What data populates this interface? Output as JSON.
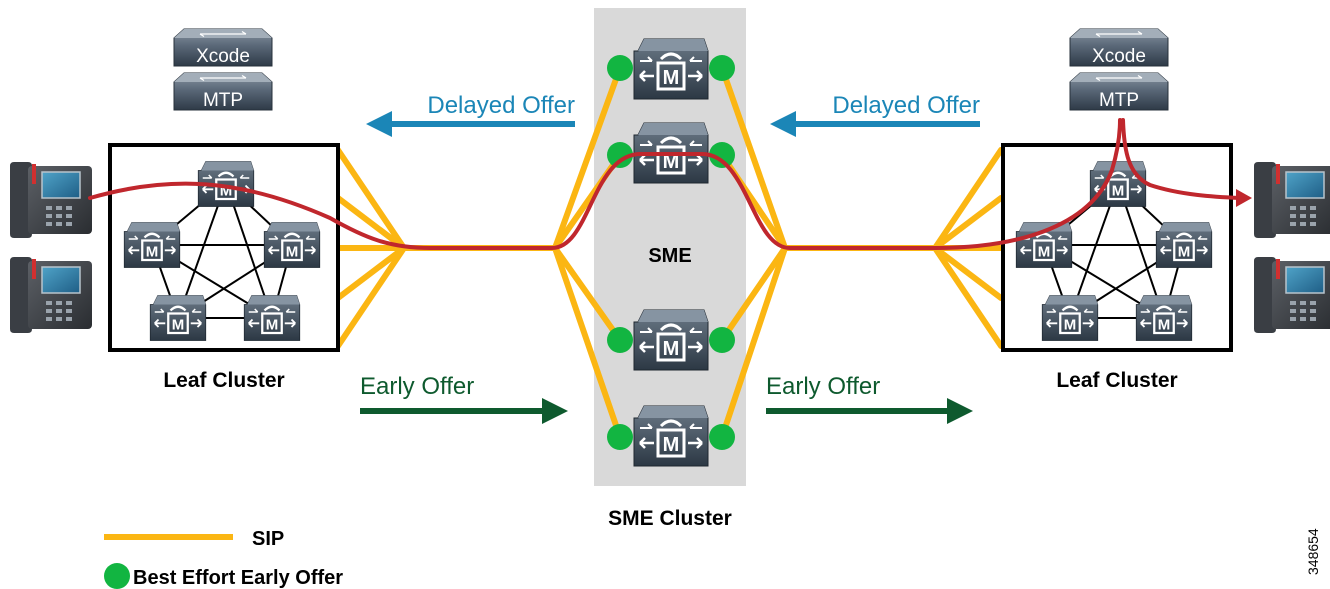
{
  "devices": {
    "xcode_label": "Xcode",
    "mtp_label": "MTP"
  },
  "arrows": {
    "delayed_offer": "Delayed Offer",
    "early_offer": "Early Offer"
  },
  "clusters": {
    "leaf_left": "Leaf Cluster",
    "leaf_right": "Leaf Cluster",
    "sme_center": "SME",
    "sme_cluster": "SME Cluster",
    "node_glyph": "M"
  },
  "legend": {
    "sip": "SIP",
    "best_effort": "Best Effort Early Offer"
  },
  "figure_id": "348654",
  "colors": {
    "sip_line": "#FBB613",
    "call_path": "#C0272D",
    "delayed_offer": "#1B86B7",
    "early_offer": "#0E5A2E",
    "best_effort_dot": "#12B541",
    "sme_panel": "#D9D9D9",
    "device": "#4A5A6A"
  }
}
